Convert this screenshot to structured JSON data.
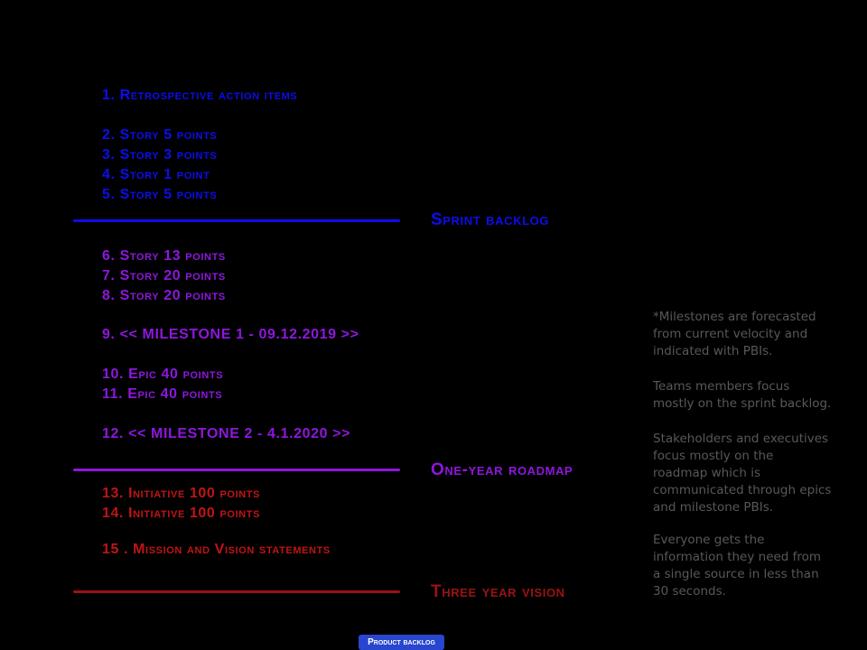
{
  "diagram": {
    "background": "#000000",
    "items": [
      {
        "text": "1. Retrospective action items",
        "color": "#0d0dee"
      },
      {
        "text": "2. Story 5 points",
        "color": "#0d0dee"
      },
      {
        "text": "3. Story 3 points",
        "color": "#0d0dee"
      },
      {
        "text": "4. Story 1 point",
        "color": "#0d0dee"
      },
      {
        "text": "5. Story 5 points",
        "color": "#0d0dee"
      },
      {
        "text": "6. Story 13 points",
        "color": "#8e17dd"
      },
      {
        "text": "7. Story 20 points",
        "color": "#8e17dd"
      },
      {
        "text": "8. Story 20 points",
        "color": "#8e17dd"
      },
      {
        "text": "9. << MILESTONE 1 - 09.12.2019 >>",
        "color": "#8e17dd"
      },
      {
        "text": "10. Epic 40 points",
        "color": "#8e17dd"
      },
      {
        "text": "11. Epic 40 points",
        "color": "#8e17dd"
      },
      {
        "text": "12. << MILESTONE 2 - 4.1.2020 >>",
        "color": "#8e17dd"
      },
      {
        "text": "13. Initiative 100 points",
        "color": "#c11414"
      },
      {
        "text": "14. Initiative 100 points",
        "color": "#c11414"
      },
      {
        "text": "15 . Mission and Vision statements",
        "color": "#c11414"
      }
    ],
    "sections": [
      {
        "label": "Sprint backlog",
        "color": "#0d0dee"
      },
      {
        "label": "One-year roadmap",
        "color": "#8e17dd"
      },
      {
        "label": "Three year vision",
        "color": "#9c1212"
      }
    ],
    "notes": [
      {
        "text": "*Milestones are forecasted\nfrom current velocity and\nindicated with PBIs."
      },
      {
        "text": "Teams members focus\nmostly on the sprint backlog."
      },
      {
        "text": "Stakeholders and executives\nfocus mostly on the\nroadmap which is\ncommunicated through epics\nand milestone PBIs."
      },
      {
        "text": "Everyone gets the\ninformation they need from\na single source in less than\n30 seconds."
      }
    ],
    "notes_color": "#585858",
    "badge": {
      "label": "Product backlog",
      "background": "#2946cf",
      "text_color": "#ffffff"
    }
  }
}
